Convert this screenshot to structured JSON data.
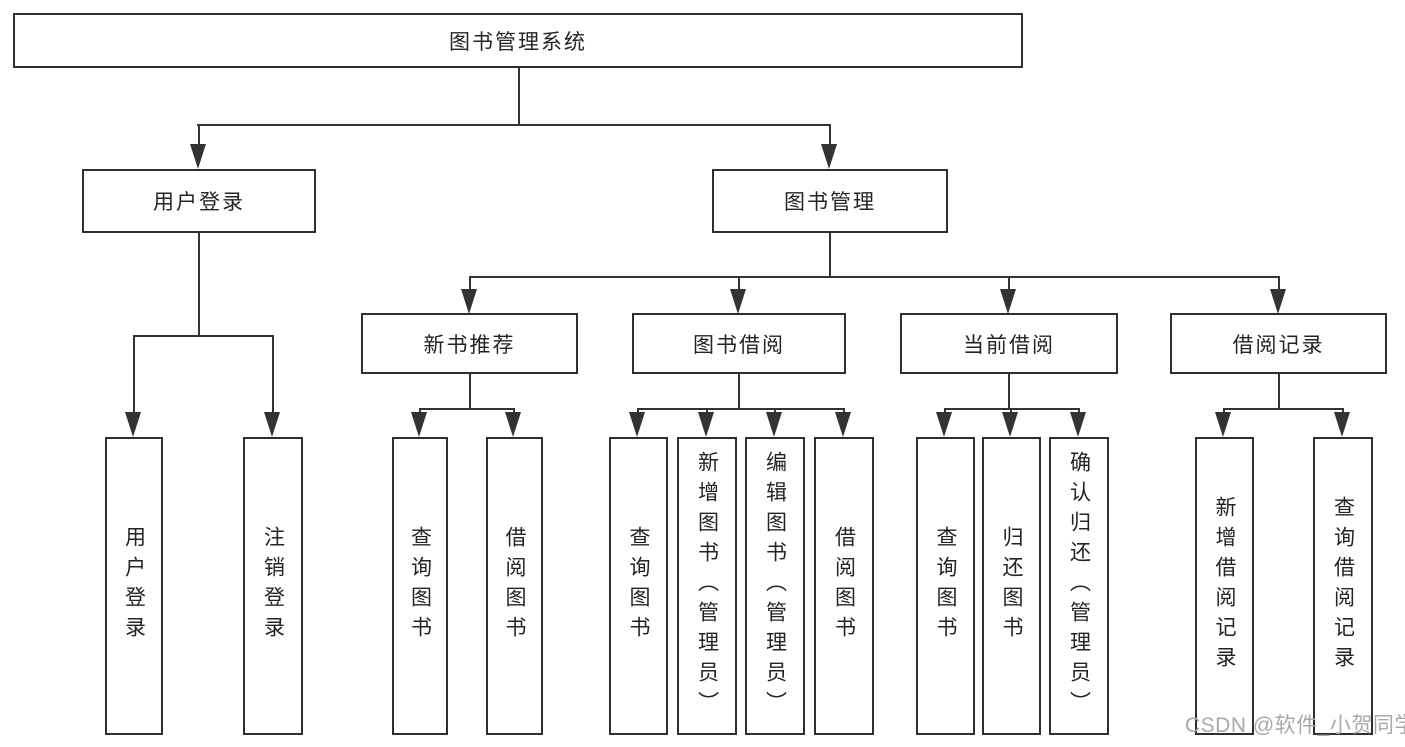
{
  "tree": {
    "root": "图书管理系统",
    "branches": [
      {
        "label": "用户登录",
        "leaves": [
          "用户登录",
          "注销登录"
        ]
      },
      {
        "label": "图书管理",
        "groups": [
          {
            "label": "新书推荐",
            "leaves": [
              "查询图书",
              "借阅图书"
            ]
          },
          {
            "label": "图书借阅",
            "leaves": [
              "查询图书",
              "新增图书（管理员）",
              "编辑图书（管理员）",
              "借阅图书"
            ]
          },
          {
            "label": "当前借阅",
            "leaves": [
              "查询图书",
              "归还图书",
              "确认归还（管理员）"
            ]
          },
          {
            "label": "借阅记录",
            "leaves": [
              "新增借阅记录",
              "查询借阅记录"
            ]
          }
        ]
      }
    ]
  },
  "watermark": "CSDN @软件_小贺同学",
  "colors": {
    "background": "#ffffff",
    "box_border": "#2e2e2e",
    "line": "#333333",
    "text": "#242424",
    "watermark": "#a9a9a9"
  }
}
